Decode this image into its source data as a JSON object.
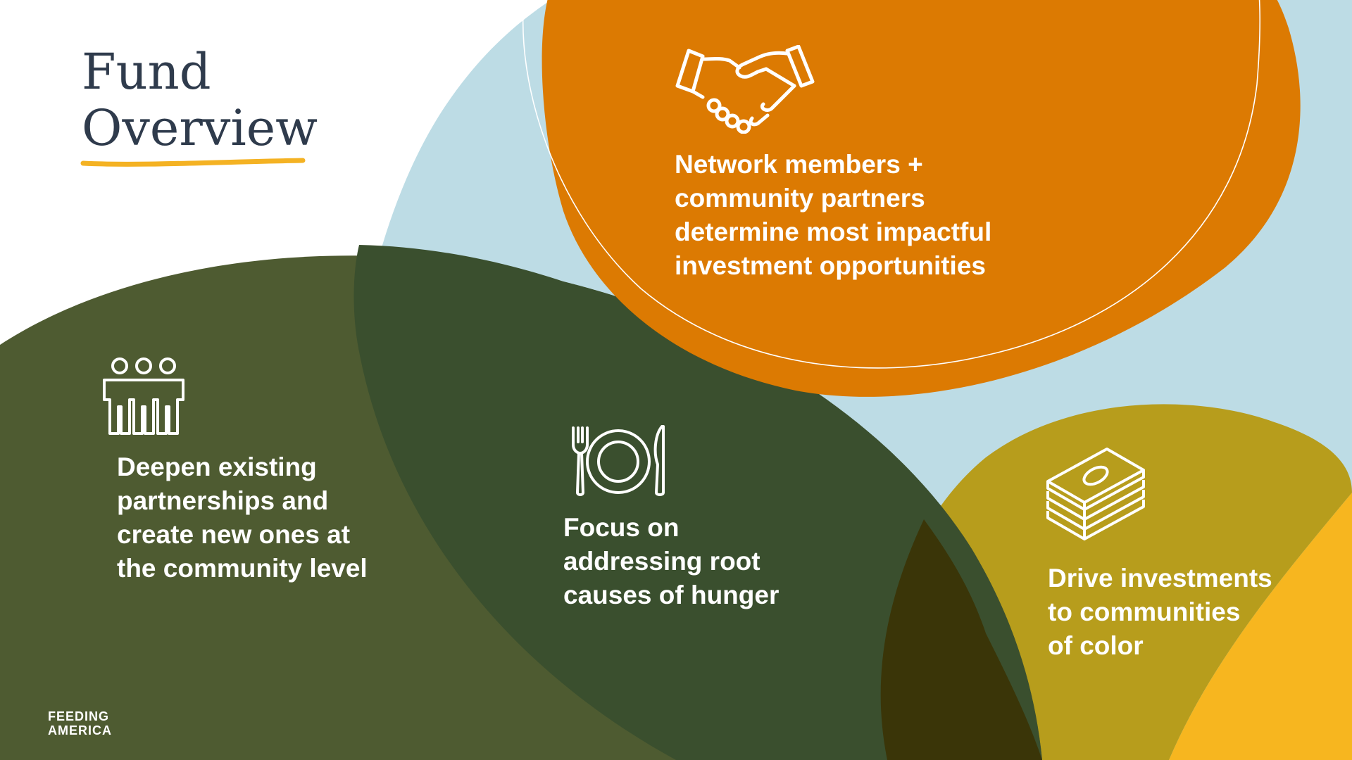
{
  "slide": {
    "title_lines": [
      "Fund",
      "Overview"
    ]
  },
  "cards": {
    "network": {
      "icon": "handshake-icon",
      "lines": [
        "Network members +",
        "community partners",
        "determine most impactful",
        "investment opportunities"
      ]
    },
    "partnerships": {
      "icon": "people-group-icon",
      "lines": [
        "Deepen existing",
        "partnerships and",
        "create new ones at",
        "the community level"
      ]
    },
    "root_causes": {
      "icon": "plate-fork-knife-icon",
      "lines": [
        "Focus on",
        "addressing root",
        "causes of hunger"
      ]
    },
    "investments": {
      "icon": "money-stack-icon",
      "lines": [
        "Drive investments",
        "to communities",
        "of color"
      ]
    }
  },
  "logo": {
    "lines": [
      "FEEDING",
      "AMERICA"
    ]
  },
  "colors": {
    "light_blue": "#bddce5",
    "orange": "#dc7a02",
    "olive_green": "#4e5b31",
    "dark_green": "#3a4f2e",
    "mustard": "#b79d1c",
    "yellow": "#f7b61f",
    "title_navy": "#2f3b4c",
    "underline_yellow": "#f4b223"
  }
}
